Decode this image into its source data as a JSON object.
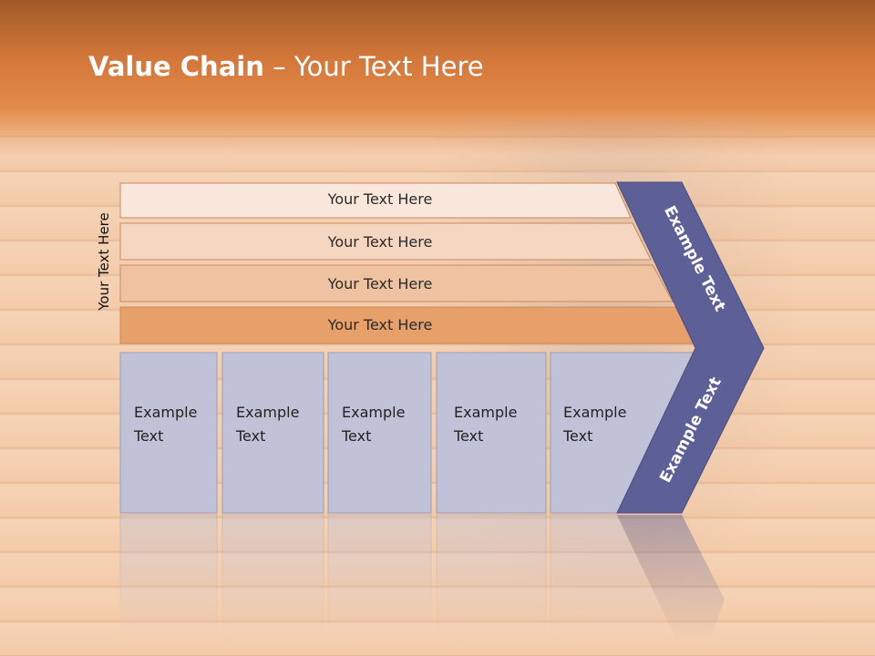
{
  "title": {
    "bold": "Value Chain",
    "rest": " – Your Text Here"
  },
  "side_label": "Your Text Here",
  "rows": [
    "Your Text Here",
    "Your Text Here",
    "Your Text Here",
    "Your Text Here"
  ],
  "cells": [
    {
      "line1": "Example",
      "line2": "Text"
    },
    {
      "line1": "Example",
      "line2": "Text"
    },
    {
      "line1": "Example",
      "line2": "Text"
    },
    {
      "line1": "Example",
      "line2": "Text"
    },
    {
      "line1": "Example",
      "line2": "Text"
    }
  ],
  "chevron": {
    "top": "Example Text",
    "bottom": "Example Text"
  },
  "colors": {
    "header": "#d3773a",
    "chevron": "#5d5f97",
    "cell": "#c0c2d8",
    "row_light": "#f9e7dc",
    "row_dark": "#e8a06a"
  }
}
